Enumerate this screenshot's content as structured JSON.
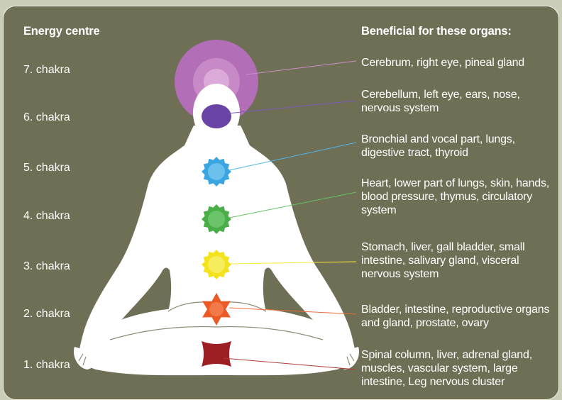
{
  "headers": {
    "energy_centre": "Energy centre",
    "beneficial": "Beneficial for these organs:"
  },
  "chakras": [
    {
      "label": "7. chakra",
      "organs": "Cerebrum, right eye, pineal gland",
      "color": "#b26fb7"
    },
    {
      "label": "6. chakra",
      "organs": "Cerebellum, left eye, ears, nose, nervous system",
      "color": "#6a44a4"
    },
    {
      "label": "5. chakra",
      "organs": "Bronchial and vocal part, lungs, digestive tract, thyroid",
      "color": "#3aa6e1"
    },
    {
      "label": "4. chakra",
      "organs": "Heart, lower part of lungs, skin, hands, blood pressure, thymus, circulatory system",
      "color": "#49ad48"
    },
    {
      "label": "3. chakra",
      "organs": "Stomach, liver, gall bladder, small intestine, salivary gland, visceral nervous system",
      "color": "#f3e31e"
    },
    {
      "label": "2. chakra",
      "organs": "Bladder, intestine, reproductive organs and gland, prostate, ovary",
      "color": "#ee5a26"
    },
    {
      "label": "1. chakra",
      "organs": "Spinal column, liver, adrenal gland, muscles, vascular system, large intestine, Leg nervous cluster",
      "color": "#9e1f23"
    }
  ],
  "colors": {
    "background": "#6e6f55",
    "border": "#eef0e2",
    "figure": "#ffffff"
  }
}
